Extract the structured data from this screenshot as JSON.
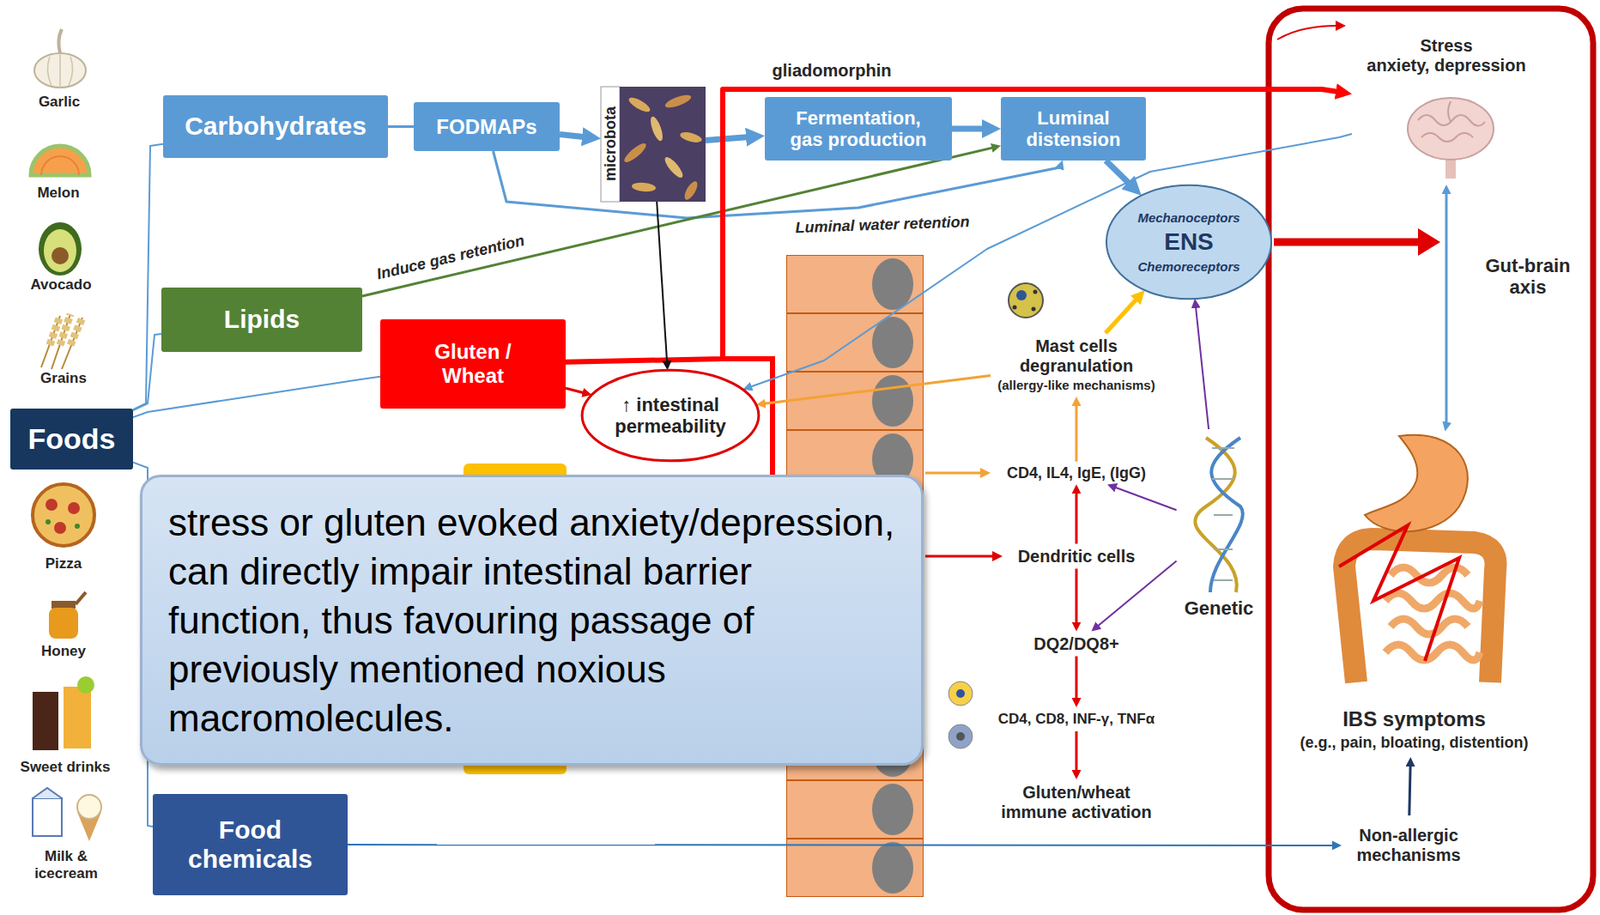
{
  "diagram": {
    "nodes": [
      {
        "text": [
          "Carbohydrates"
        ]
      },
      {
        "text": [
          "FODMAPs"
        ]
      },
      {
        "text": [
          "microbota"
        ]
      },
      {
        "text": [
          "Fermentation, gas production"
        ]
      },
      {
        "text": [
          "Luminal distension"
        ]
      },
      {
        "text": [
          "Stress",
          "anxiety, depression"
        ]
      },
      {
        "text": [
          "Lipids"
        ]
      },
      {
        "text": [
          "Mechanoceptors",
          "ENS",
          "Chemoreceptors"
        ]
      },
      {
        "text": [
          "Gluten / Wheat"
        ]
      },
      {
        "text": [
          "↑ intestinal permeability"
        ]
      },
      {
        "text": [
          "Mast cells degranulation",
          "(allergy-like mechanisms)"
        ]
      },
      {
        "text": [
          "Foods"
        ]
      },
      {
        "text": [
          "CD4, IL4, IgE, (IgG)"
        ]
      },
      {
        "text": [
          "Dendritic cells"
        ]
      },
      {
        "text": [
          "Genetic"
        ]
      },
      {
        "text": [
          "DQ2/DQ8+"
        ]
      },
      {
        "text": [
          "CD4, CD8, INF-γ, TNFα"
        ]
      },
      {
        "text": [
          "IBS symptoms",
          "(e.g., pain, bloating, distention)"
        ]
      },
      {
        "text": [
          "Gluten/wheat immune activation"
        ]
      },
      {
        "text": [
          "Food chemicals"
        ]
      },
      {
        "text": [
          "Non-allergic mechanisms"
        ]
      },
      {
        "text": [
          "stress or gluten evoked anxiety/depression, can directly impair intestinal barrier function, thus favouring passage of previously mentioned noxious macromolecules."
        ]
      }
    ],
    "edges": [
      {
        "from": 11,
        "to": 0,
        "arrow": "none"
      },
      {
        "from": 11,
        "to": 6,
        "arrow": "none"
      },
      {
        "from": 11,
        "to": 8,
        "arrow": "none"
      },
      {
        "from": 11,
        "to": 19,
        "arrow": "none"
      },
      {
        "from": 0,
        "to": 1,
        "arrow": "none"
      },
      {
        "from": 1,
        "to": 2,
        "arrow": "to"
      },
      {
        "from": 2,
        "to": 3,
        "arrow": "to"
      },
      {
        "from": 3,
        "to": 4,
        "arrow": "to"
      },
      {
        "from": 1,
        "to": 4,
        "arrow": "to"
      },
      {
        "from": 4,
        "to": 7,
        "arrow": "to"
      },
      {
        "from": 6,
        "to": 4,
        "arrow": "to"
      },
      {
        "from": 8,
        "to": 9,
        "arrow": "to"
      },
      {
        "from": 8,
        "to": 5,
        "arrow": "to"
      },
      {
        "from": 2,
        "to": 9,
        "arrow": "to"
      },
      {
        "from": 5,
        "to": 9,
        "arrow": "to"
      },
      {
        "from": 5,
        "to": 17,
        "arrow": "both"
      },
      {
        "from": 10,
        "to": 7,
        "arrow": "to"
      },
      {
        "from": 10,
        "to": 9,
        "arrow": "to"
      },
      {
        "from": 12,
        "to": 10,
        "arrow": "to"
      },
      {
        "from": 13,
        "to": 12,
        "arrow": "to"
      },
      {
        "from": 13,
        "to": 15,
        "arrow": "to"
      },
      {
        "from": 15,
        "to": 16,
        "arrow": "to"
      },
      {
        "from": 16,
        "to": 18,
        "arrow": "to"
      },
      {
        "from": 14,
        "to": 12,
        "arrow": "to"
      },
      {
        "from": 14,
        "to": 15,
        "arrow": "to"
      },
      {
        "from": 14,
        "to": 7,
        "arrow": "to"
      },
      {
        "from": 20,
        "to": 17,
        "arrow": "to"
      },
      {
        "from": 19,
        "to": 20,
        "arrow": "to"
      }
    ],
    "labels": [
      "Garlic",
      "Melon",
      "Avocado",
      "Grains",
      "Pizza",
      "Honey",
      "Sweet drinks",
      "Milk & icecream",
      "gliadomorphin",
      "Induce gas retention",
      "Luminal water retention",
      "Gut-brain axis"
    ]
  }
}
